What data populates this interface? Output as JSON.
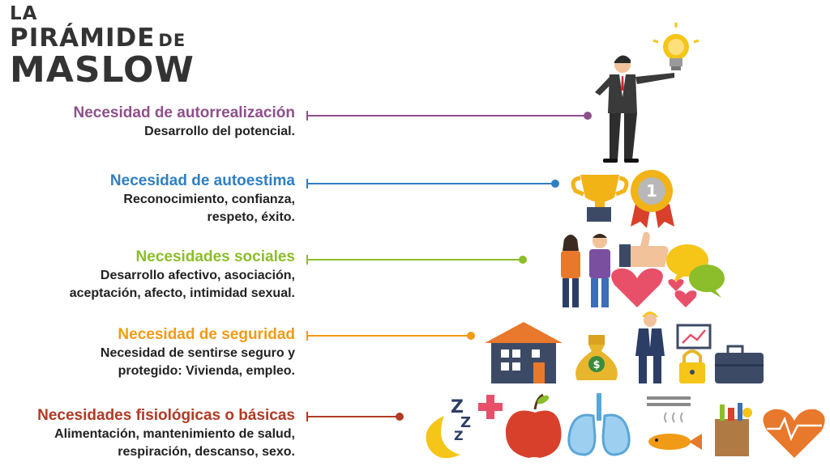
{
  "title": {
    "line1": "LA",
    "line2": "PIRÁMIDE",
    "line2_small": "DE",
    "line3": "MASLOW"
  },
  "levels": [
    {
      "heading": "Necesidad de autorrealización",
      "lines": [
        "Desarrollo del potencial."
      ],
      "color": "#8e4f8b"
    },
    {
      "heading": "Necesidad de autoestima",
      "lines": [
        "Reconocimiento, confianza,",
        "respeto, éxito."
      ],
      "color": "#2f7fc1"
    },
    {
      "heading": "Necesidades sociales",
      "lines": [
        "Desarrollo afectivo, asociación,",
        "aceptación, afecto, intimidad sexual."
      ],
      "color": "#8cbd2a"
    },
    {
      "heading": "Necesidad de seguridad",
      "lines": [
        "Necesidad de sentirse seguro y",
        "protegido: Vivienda, empleo."
      ],
      "color": "#f19a16"
    },
    {
      "heading": "Necesidades fisiológicas o básicas",
      "lines": [
        "Alimentación, mantenimiento de salud,",
        "respiración, descanso, sexo."
      ],
      "color": "#b03a24"
    }
  ],
  "icons": [
    "businessman-icon",
    "lightbulb-icon",
    "trophy-icon",
    "medal-icon",
    "couple-icon",
    "thumbs-up-icon",
    "speech-bubbles-icon",
    "heart-icon",
    "house-icon",
    "money-bag-icon",
    "worker-icon",
    "chart-icon",
    "padlock-icon",
    "briefcase-icon",
    "sleep-icon",
    "medical-cross-icon",
    "apple-icon",
    "lungs-icon",
    "fork-icon",
    "fish-icon",
    "grocery-bag-icon",
    "heartbeat-icon"
  ],
  "medal_number": "1",
  "sleep_letters": "Z"
}
